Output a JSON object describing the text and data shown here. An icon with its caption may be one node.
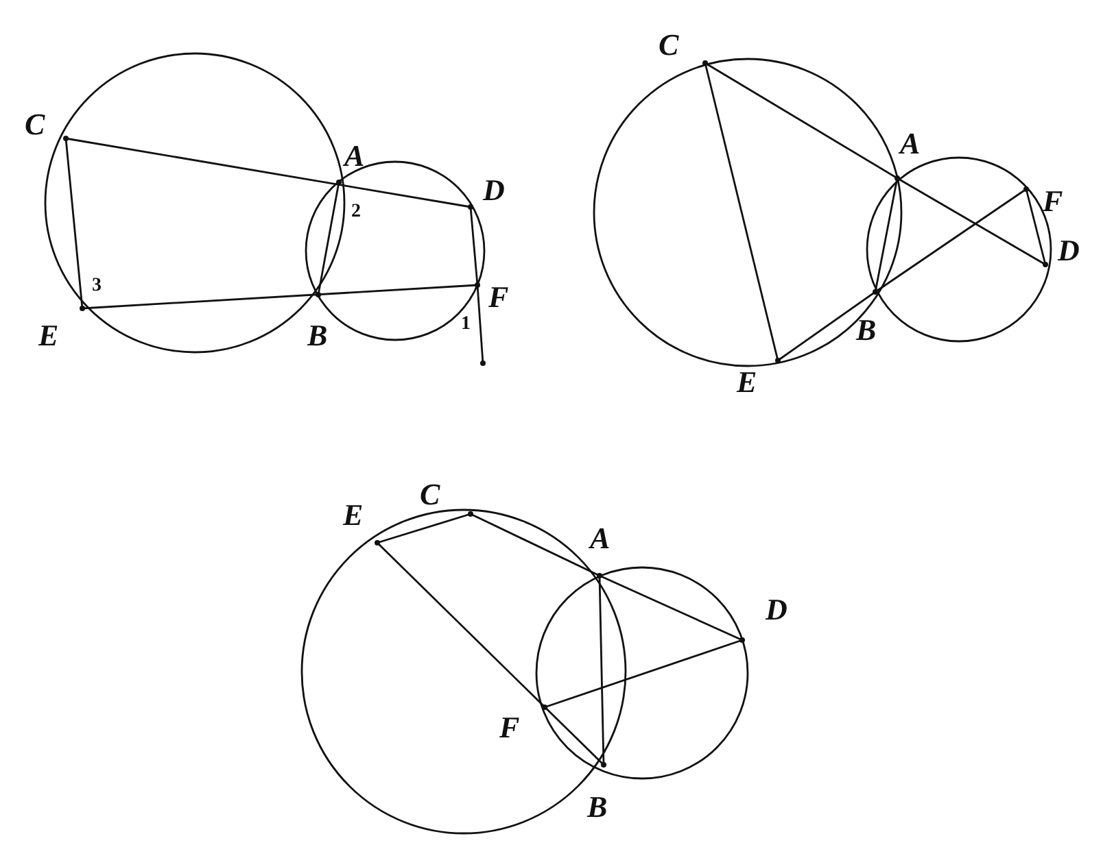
{
  "diagram": {
    "labels": [
      "C",
      "A",
      "D",
      "2",
      "3",
      "E",
      "B",
      "1",
      "F",
      "C",
      "A",
      "F",
      "D",
      "B",
      "E",
      "E",
      "C",
      "A",
      "D",
      "F",
      "B"
    ]
  }
}
